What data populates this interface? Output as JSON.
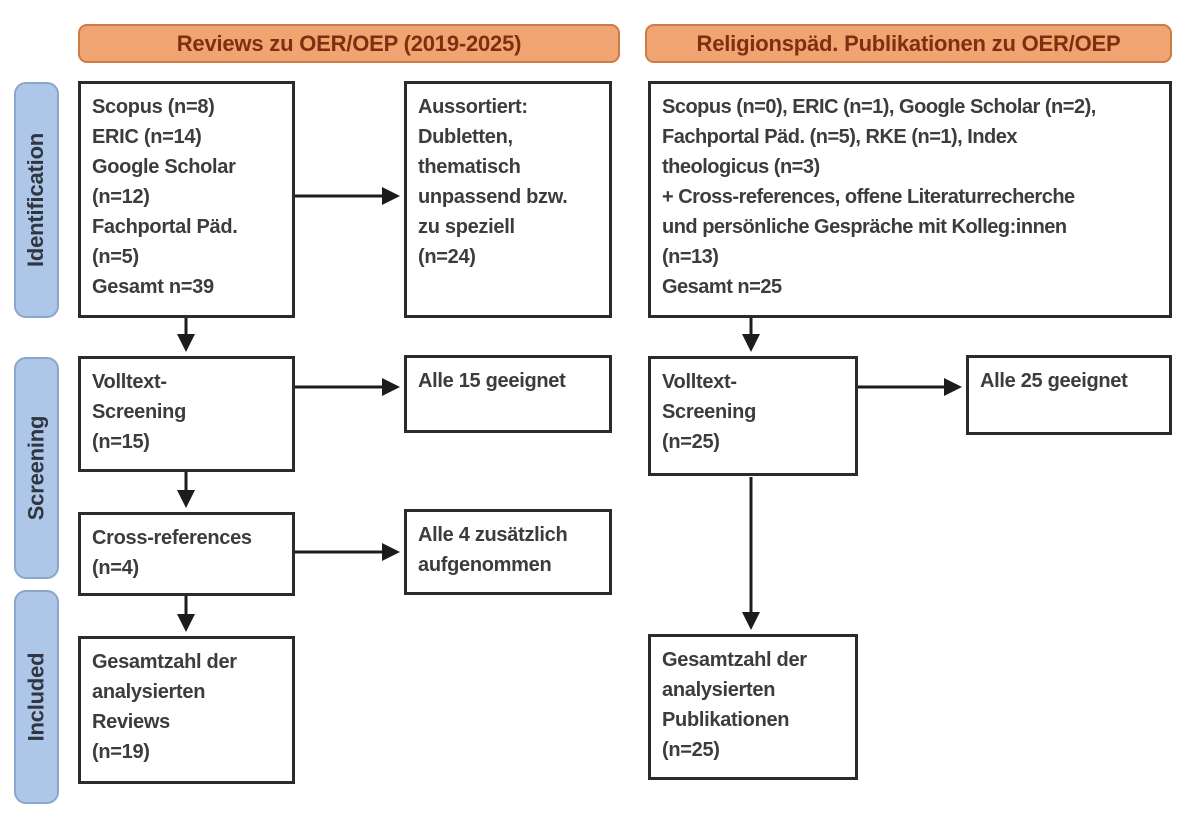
{
  "columns": [
    {
      "header": "Reviews zu OER/OEP (2019-2025)"
    },
    {
      "header": "Religionspäd. Publikationen zu OER/OEP"
    }
  ],
  "stages": {
    "identification": "Identification",
    "screening": "Screening",
    "included": "Included"
  },
  "boxes": {
    "review_sources": {
      "lines": [
        "Scopus (n=8)",
        "ERIC (n=14)",
        "Google Scholar",
        "(n=12)",
        "Fachportal Päd.",
        "(n=5)",
        "Gesamt n=39"
      ]
    },
    "review_excluded": {
      "lines": [
        "Aussortiert:",
        "Dubletten,",
        "thematisch",
        "unpassend bzw.",
        "zu speziell",
        "(n=24)"
      ]
    },
    "review_fulltext": {
      "lines": [
        "Volltext-",
        "Screening",
        "(n=15)"
      ]
    },
    "review_fulltext_result": {
      "lines": [
        "Alle 15 geeignet"
      ]
    },
    "review_crossref": {
      "lines": [
        "Cross-references",
        "(n=4)"
      ]
    },
    "review_crossref_result": {
      "lines": [
        "Alle 4 zusätzlich",
        "aufgenommen"
      ]
    },
    "review_total": {
      "lines": [
        "Gesamtzahl der",
        "analysierten",
        "Reviews",
        "(n=19)"
      ]
    },
    "relpaed_sources": {
      "lines": [
        "Scopus (n=0), ERIC (n=1), Google Scholar (n=2),",
        "Fachportal Päd. (n=5), RKE (n=1), Index",
        "theologicus (n=3)",
        "+ Cross-references, offene Literaturrecherche",
        "und persönliche Gespräche mit Kolleg:innen",
        "(n=13)",
        "Gesamt n=25"
      ]
    },
    "relpaed_fulltext": {
      "lines": [
        "Volltext-",
        "Screening",
        "(n=25)"
      ]
    },
    "relpaed_fulltext_result": {
      "lines": [
        "Alle 25 geeignet"
      ]
    },
    "relpaed_total": {
      "lines": [
        "Gesamtzahl der",
        "analysierten",
        "Publikationen",
        "(n=25)"
      ]
    }
  },
  "colors": {
    "background": "#FFFFFF",
    "header_fill": "#F0A471",
    "header_border": "#CE7B47",
    "header_text": "#7E2F10",
    "stage_fill": "#AEC6E8",
    "stage_border": "#8BA6CB",
    "stage_text": "#2F3640",
    "box_border": "#2B2B2B",
    "box_text": "#3C3C3C",
    "arrow": "#1C1C1C"
  }
}
